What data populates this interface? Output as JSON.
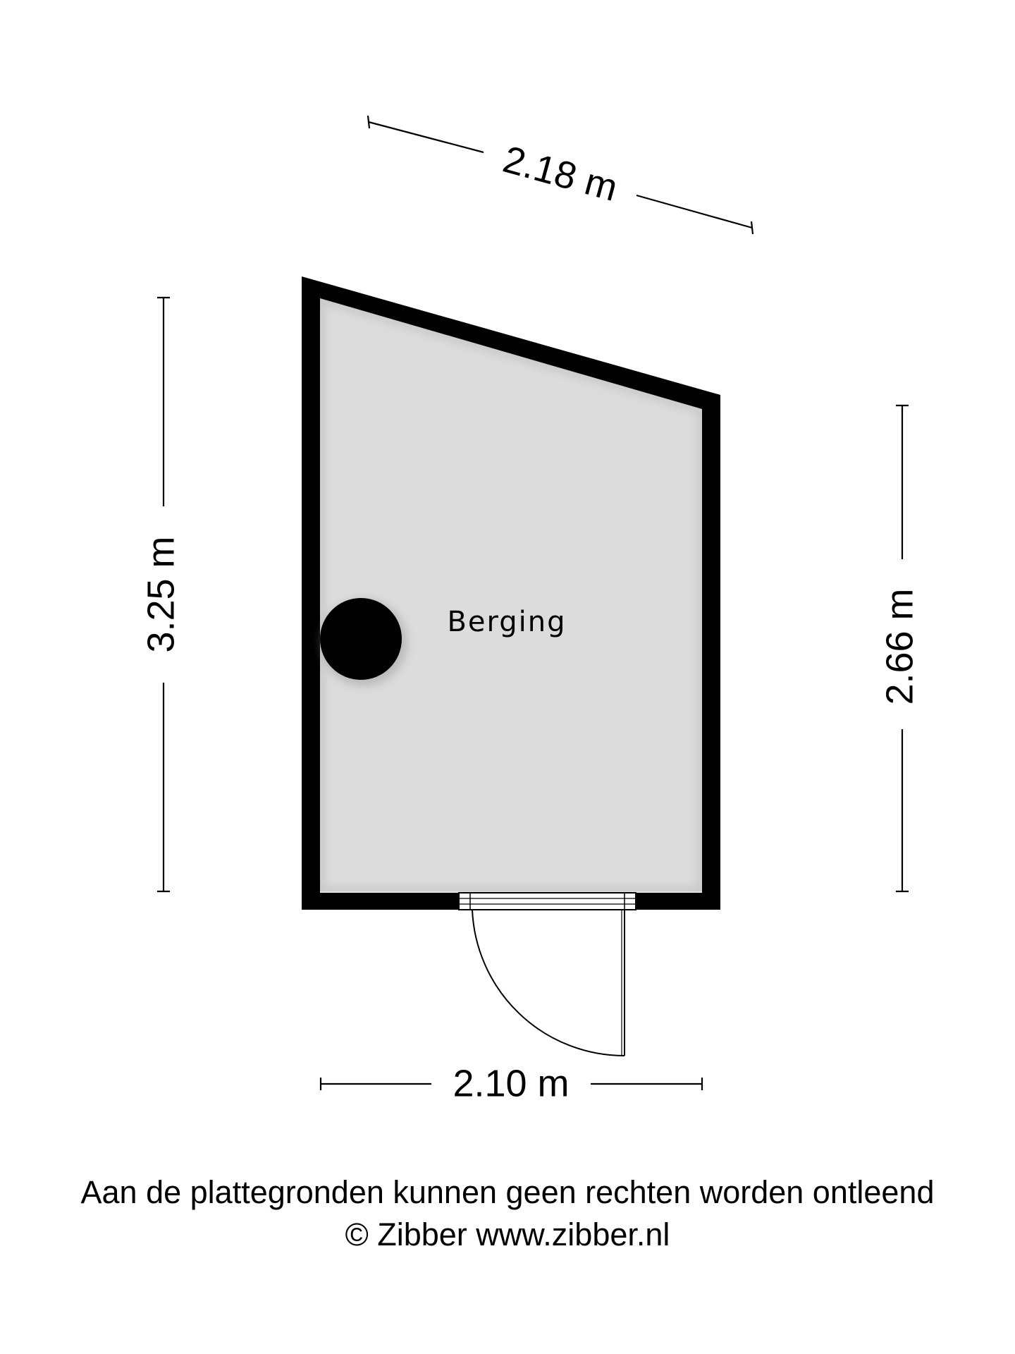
{
  "room": {
    "label": "Berging"
  },
  "dimensions": {
    "top": "2.18 m",
    "left": "3.25 m",
    "right": "2.66 m",
    "bottom": "2.10 m"
  },
  "footer": {
    "disclaimer": "Aan de plattegronden kunnen geen rechten worden ontleend",
    "copyright": "© Zibber www.zibber.nl"
  },
  "colors": {
    "wall": "#000000",
    "floor": "#dcdcdc",
    "background": "#ffffff"
  }
}
